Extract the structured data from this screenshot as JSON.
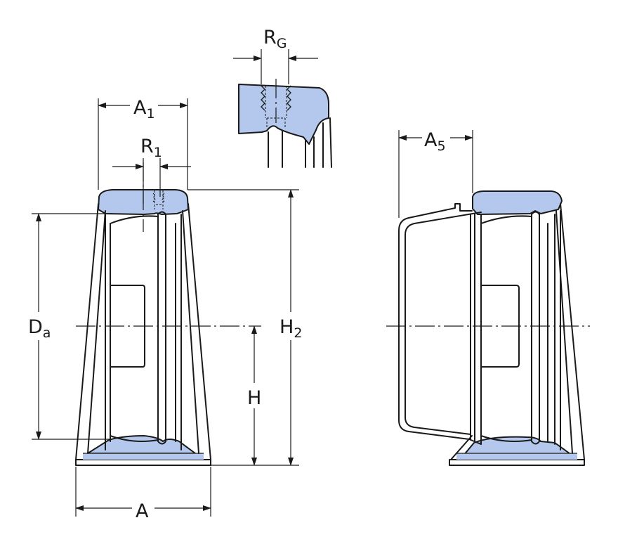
{
  "colors": {
    "fill": "#b4c8ee",
    "line": "#1a1a1a",
    "background": "#ffffff"
  },
  "labels": {
    "A": {
      "main": "A",
      "sub": ""
    },
    "A1": {
      "main": "A",
      "sub": "1"
    },
    "A5": {
      "main": "A",
      "sub": "5"
    },
    "R1": {
      "main": "R",
      "sub": "1"
    },
    "RG": {
      "main": "R",
      "sub": "G"
    },
    "Da": {
      "main": "D",
      "sub": "a"
    },
    "H": {
      "main": "H",
      "sub": ""
    },
    "H2": {
      "main": "H",
      "sub": "2"
    }
  }
}
